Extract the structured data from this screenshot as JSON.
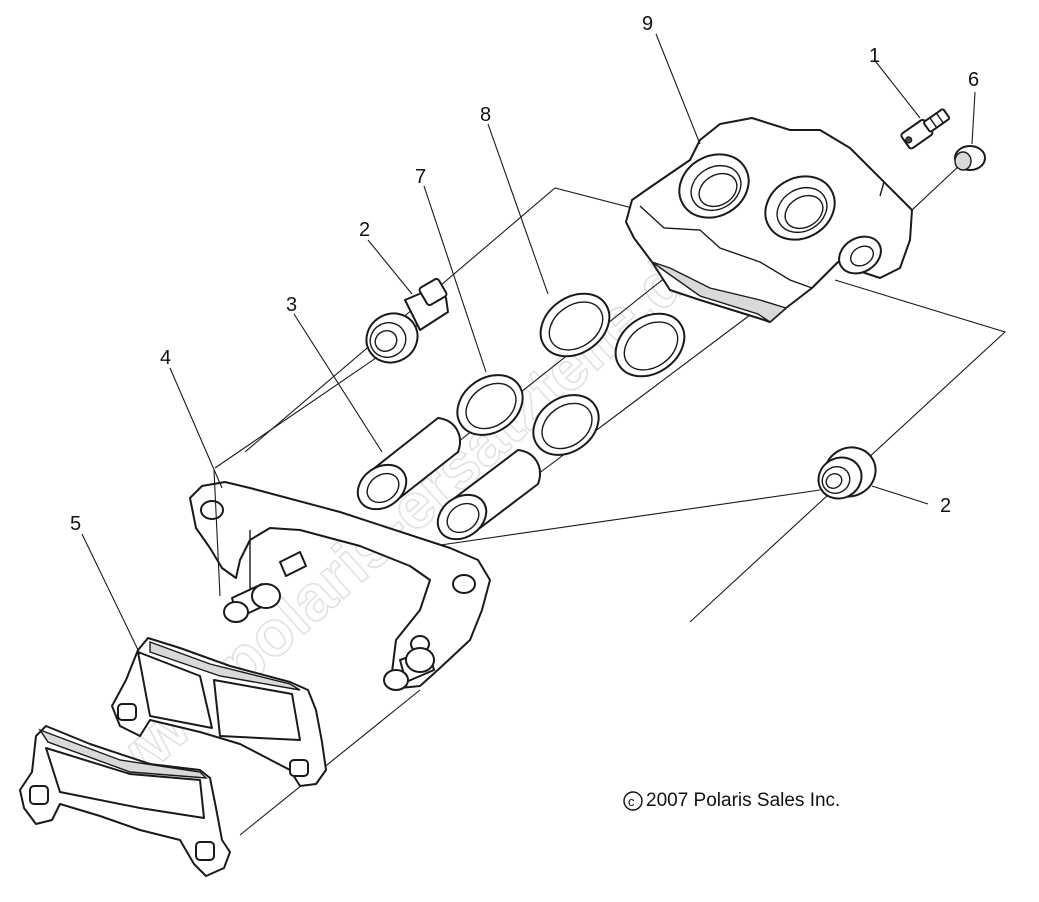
{
  "callouts": {
    "c1": "1",
    "c2a": "2",
    "c2b": "2",
    "c3": "3",
    "c4": "4",
    "c5": "5",
    "c6": "6",
    "c7": "7",
    "c8": "8",
    "c9": "9"
  },
  "copyright": "2007 Polaris Sales Inc.",
  "watermark": "www.polaris-ersatzteile.de",
  "colors": {
    "line": "#1a1a1a",
    "background": "#ffffff",
    "watermark": "#c9c9c9"
  }
}
